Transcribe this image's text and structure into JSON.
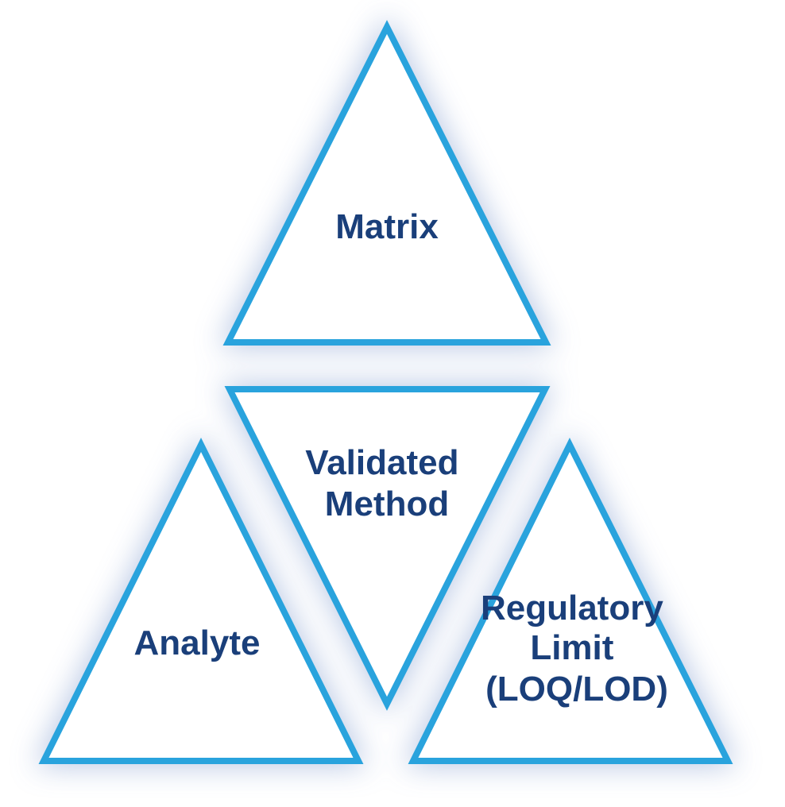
{
  "colors": {
    "outline": "#29a3dd",
    "text": "#1a3f7a",
    "shadow": "#aebfe0",
    "fill": "#ffffff"
  },
  "triangles": {
    "matrix": {
      "lines": [
        "Matrix"
      ]
    },
    "validated_method": {
      "lines": [
        "Validated",
        "Method"
      ]
    },
    "analyte": {
      "lines": [
        "Analyte"
      ]
    },
    "regulatory_limit": {
      "lines": [
        "Regulatory",
        "Limit",
        "(LOQ/LOD)"
      ]
    }
  }
}
